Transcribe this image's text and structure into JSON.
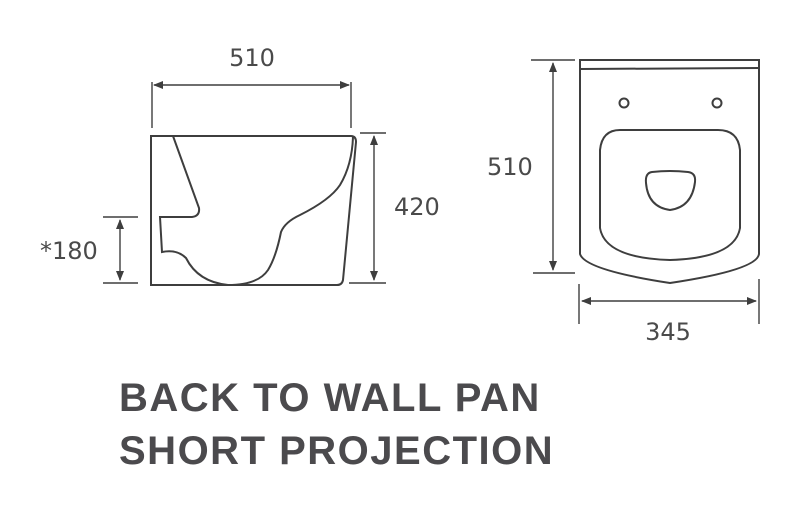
{
  "diagram": {
    "side_view": {
      "width_label": "510",
      "height_label": "420",
      "outlet_height_label": "*180"
    },
    "top_view": {
      "length_label": "510",
      "width_label": "345"
    },
    "title": {
      "line1": "BACK TO WALL PAN",
      "line2": "SHORT PROJECTION"
    },
    "colors": {
      "line": "#3e3e3e",
      "text": "#4b4a4d"
    }
  }
}
